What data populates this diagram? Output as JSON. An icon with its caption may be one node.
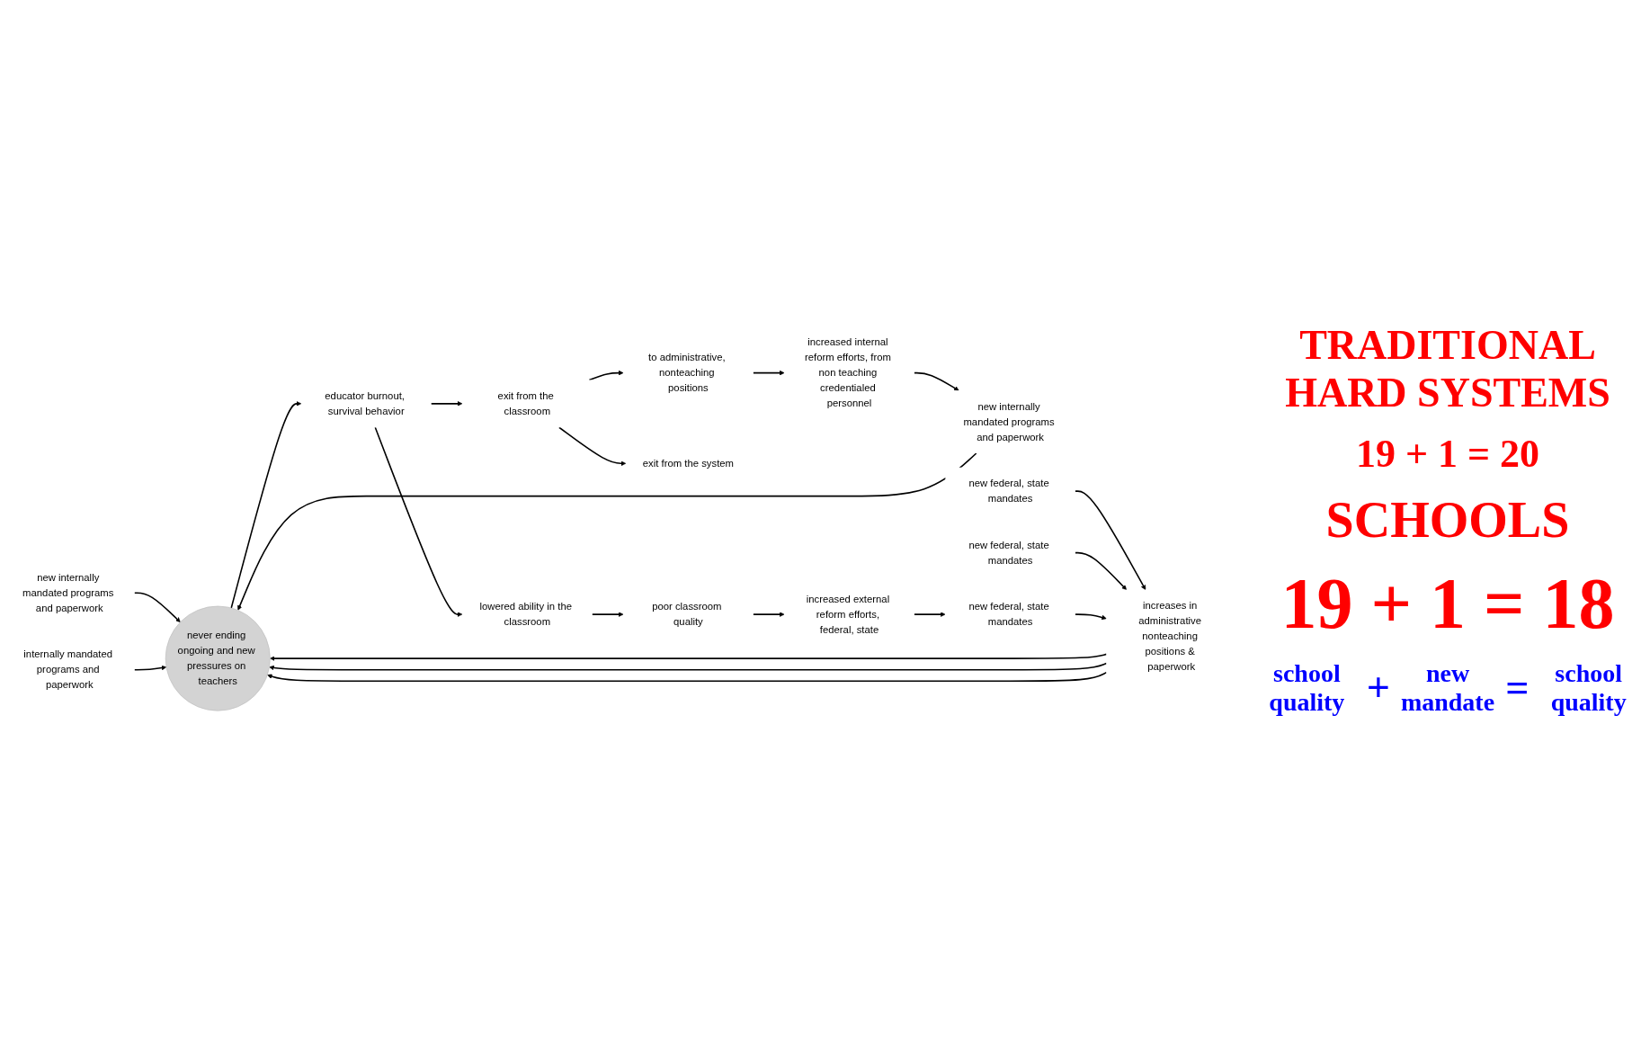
{
  "diagram": {
    "nodes": [
      {
        "text": [
          "new internally mandated programs and paperwork"
        ]
      },
      {
        "text": [
          "new internally mandated programs and paperwork"
        ]
      },
      {
        "text": [
          "increased internal reform efforts, from non teaching credentialed personnel"
        ]
      },
      {
        "text": [
          "to administrative, nonteaching positions"
        ]
      },
      {
        "text": [
          "exit from the system"
        ]
      },
      {
        "text": [
          "internally mandated programs and paperwork"
        ]
      },
      {
        "text": [
          "exit from the classroom"
        ]
      },
      {
        "text": [
          "never ending ongoing and new pressures on teachers"
        ]
      },
      {
        "text": [
          "educator burnout, survival behavior"
        ]
      },
      {
        "text": [
          "increases in administrative nonteaching positions & paperwork"
        ]
      },
      {
        "text": [
          "new federal, state mandates"
        ]
      },
      {
        "text": [
          "lowered ability in the classroom"
        ]
      },
      {
        "text": [
          "poor classroom quality"
        ]
      },
      {
        "text": [
          "increased external reform efforts, federal, state"
        ]
      },
      {
        "text": [
          "new federal, state mandates"
        ]
      },
      {
        "text": [
          "new federal, state mandates"
        ]
      }
    ],
    "edges": [
      {
        "from": 2,
        "to": 1,
        "arrow": "to"
      },
      {
        "from": 3,
        "to": 2,
        "arrow": "to"
      },
      {
        "from": 0,
        "to": 7,
        "arrow": "to"
      },
      {
        "from": 1,
        "to": 7,
        "arrow": "to"
      },
      {
        "from": 5,
        "to": 7,
        "arrow": "to"
      },
      {
        "from": 9,
        "to": 7,
        "arrow": "to"
      },
      {
        "from": 9,
        "to": 7,
        "arrow": "to"
      },
      {
        "from": 9,
        "to": 7,
        "arrow": "to"
      },
      {
        "from": 7,
        "to": 8,
        "arrow": "to"
      },
      {
        "from": 8,
        "to": 6,
        "arrow": "to"
      },
      {
        "from": 8,
        "to": 11,
        "arrow": "to"
      },
      {
        "from": 6,
        "to": 3,
        "arrow": "to"
      },
      {
        "from": 6,
        "to": 4,
        "arrow": "to"
      },
      {
        "from": 11,
        "to": 12,
        "arrow": "to"
      },
      {
        "from": 12,
        "to": 13,
        "arrow": "to"
      },
      {
        "from": 13,
        "to": 15,
        "arrow": "to"
      },
      {
        "from": 10,
        "to": 9,
        "arrow": "to"
      },
      {
        "from": 14,
        "to": 9,
        "arrow": "to"
      },
      {
        "from": 15,
        "to": 9,
        "arrow": "to"
      }
    ],
    "labels": [
      "TRADITIONAL HARD SYSTEMS",
      "19 + 1 = 20",
      "SCHOOLS",
      "19 + 1 = 18",
      "school quality",
      "+",
      "new mandate",
      "=",
      "school quality"
    ]
  }
}
